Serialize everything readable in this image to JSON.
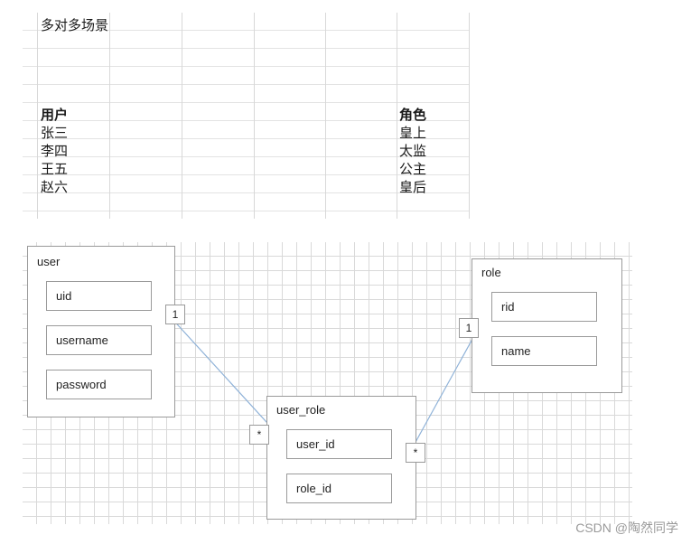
{
  "sheet": {
    "title": "多对多场景",
    "user_header": "用户",
    "role_header": "角色",
    "users": [
      "张三",
      "李四",
      "王五",
      "赵六"
    ],
    "roles": [
      "皇上",
      "太监",
      "公主",
      "皇后"
    ]
  },
  "diagram": {
    "user": {
      "title": "user",
      "fields": [
        "uid",
        "username",
        "password"
      ]
    },
    "role": {
      "title": "role",
      "fields": [
        "rid",
        "name"
      ]
    },
    "user_role": {
      "title": "user_role",
      "fields": [
        "user_id",
        "role_id"
      ]
    },
    "multiplicities": {
      "user_side": "1",
      "user_role_left": "*",
      "user_role_right": "*",
      "role_side": "1"
    },
    "line_color": "#8fb2d8"
  },
  "watermark": "CSDN @陶然同学"
}
